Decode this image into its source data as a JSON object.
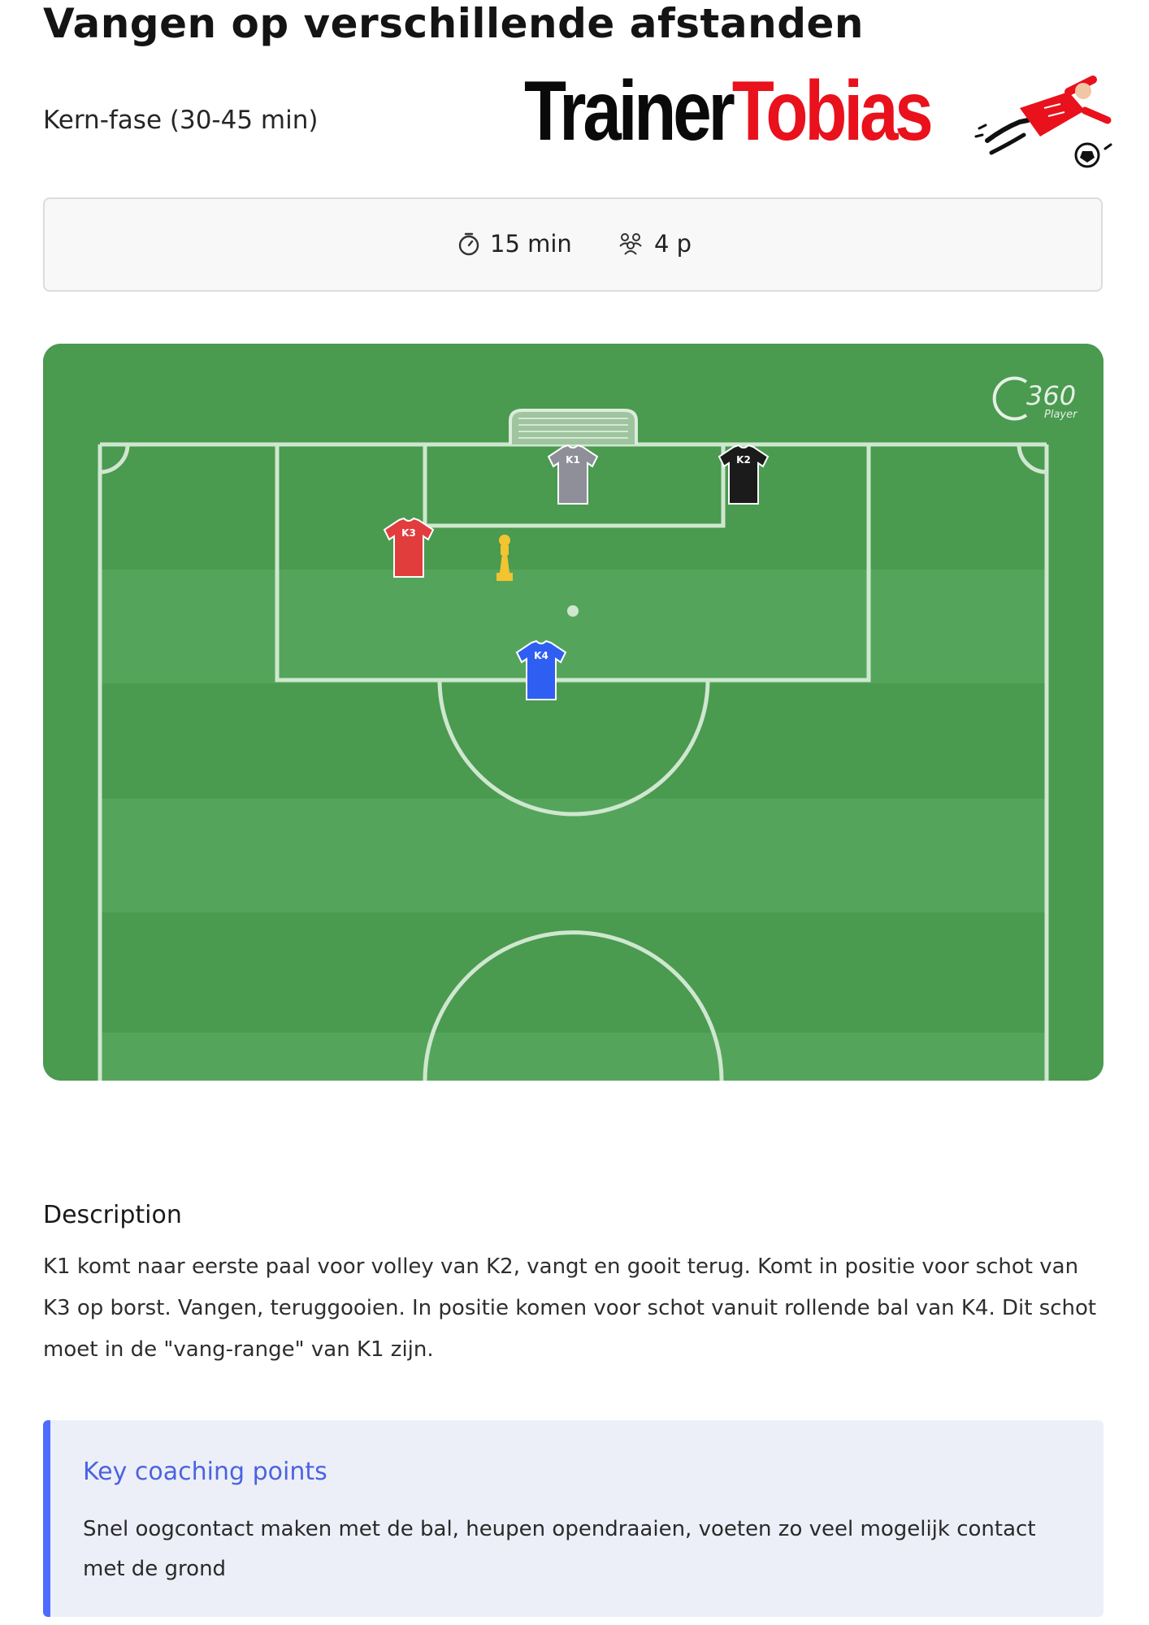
{
  "header": {
    "title": "Vangen op verschillende afstanden",
    "subtitle": "Kern-fase (30-45 min)",
    "brand_part1": "Trainer",
    "brand_part2": "Tobias"
  },
  "info": {
    "duration": "15 min",
    "players": "4 p",
    "duration_icon": "stopwatch-icon",
    "players_icon": "players-icon"
  },
  "pitch": {
    "watermark_main": "360",
    "watermark_sub": "Player",
    "players": [
      {
        "label": "K1",
        "color": "#8f8f9a",
        "role": "goalkeeper"
      },
      {
        "label": "K2",
        "color": "#1b1b1b"
      },
      {
        "label": "K3",
        "color": "#e13d3d"
      },
      {
        "label": "K4",
        "color": "#2f5ff2"
      }
    ],
    "cone_color": "#f4c330",
    "grass_dark": "#4a9a50",
    "grass_light": "#54a55b"
  },
  "description": {
    "heading": "Description",
    "text": "K1 komt naar eerste paal voor volley van K2, vangt en gooit terug. Komt in positie voor schot van K3 op borst. Vangen, teruggooien. In positie komen voor schot vanuit rollende bal van K4. Dit schot moet in de \"vang-range\" van K1 zijn."
  },
  "coaching": {
    "title": "Key coaching points",
    "text": "Snel oogcontact maken met de bal, heupen opendraaien, voeten zo veel mogelijk contact met de grond",
    "accent": "#4c6bff"
  }
}
